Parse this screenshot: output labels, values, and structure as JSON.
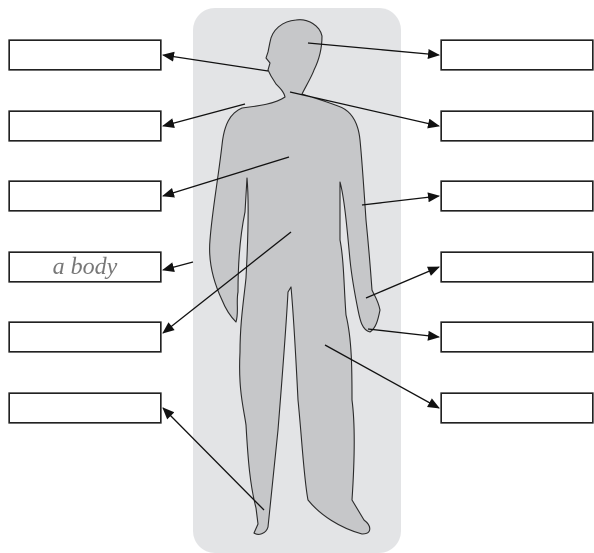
{
  "diagram": {
    "labels_left": [
      {
        "id": "mouth",
        "text": ""
      },
      {
        "id": "shoulder",
        "text": ""
      },
      {
        "id": "chest",
        "text": ""
      },
      {
        "id": "body",
        "text": "a body"
      },
      {
        "id": "stomach",
        "text": ""
      },
      {
        "id": "foot",
        "text": ""
      }
    ],
    "labels_right": [
      {
        "id": "head",
        "text": ""
      },
      {
        "id": "neck",
        "text": ""
      },
      {
        "id": "arm",
        "text": ""
      },
      {
        "id": "hand",
        "text": ""
      },
      {
        "id": "finger",
        "text": ""
      },
      {
        "id": "leg",
        "text": ""
      }
    ],
    "colors": {
      "panel": "#e3e4e6",
      "figure": "#c6c7c9",
      "outline": "#2a2a2a",
      "arrow": "#111111",
      "example_text": "#777777"
    }
  }
}
